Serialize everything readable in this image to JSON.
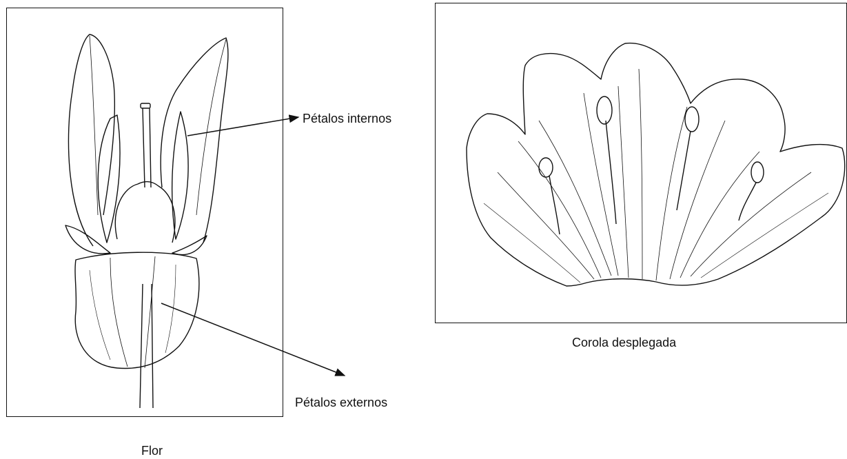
{
  "labels": {
    "internal_petals": "Pétalos internos",
    "external_petals": "Pétalos externos",
    "corolla_caption": "Corola desplegada",
    "flower_caption": "Flor"
  },
  "colors": {
    "ink": "#111111",
    "background": "#ffffff"
  }
}
